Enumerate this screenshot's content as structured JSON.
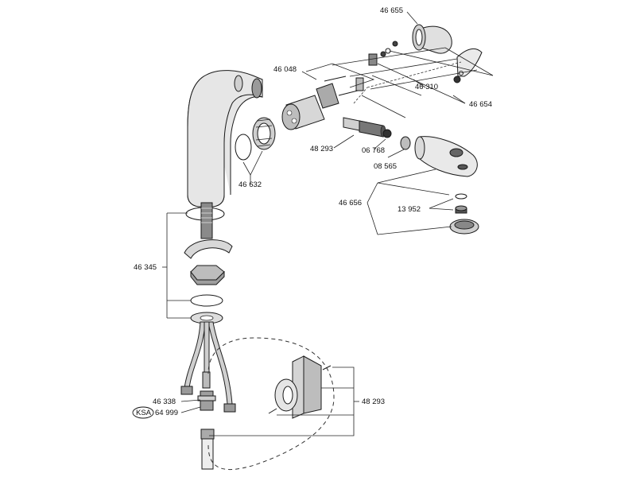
{
  "labels": {
    "p46655": "46 655",
    "p46048": "46 048",
    "p46310": "46 310",
    "p46654": "46 654",
    "p48293_top": "48 293",
    "p06768": "06 768",
    "p08565": "08 565",
    "p46632": "46 632",
    "p46656": "46 656",
    "p13952": "13 952",
    "p46345": "46 345",
    "p46338": "46 338",
    "p64999": "64 999",
    "ksa": "KSA",
    "p48293_bottom": "48 293"
  }
}
